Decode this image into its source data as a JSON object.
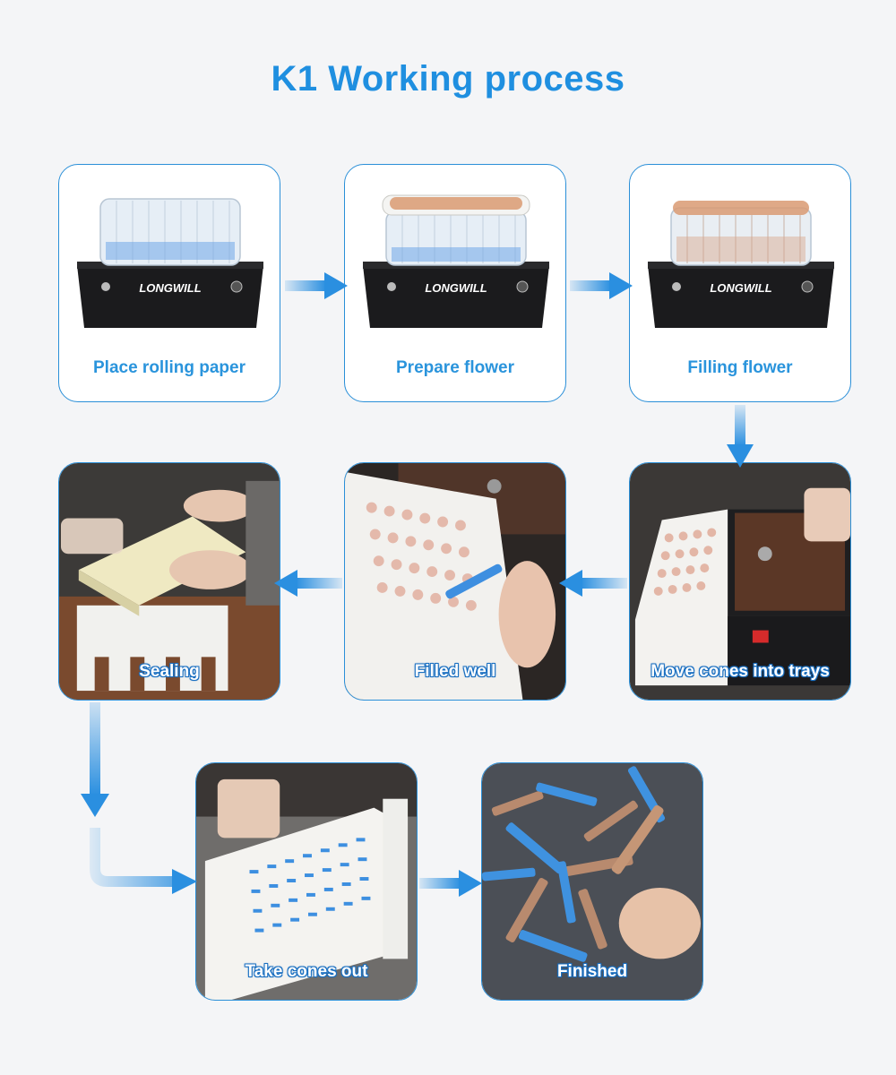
{
  "title": "K1 Working process",
  "brand": "LONGWILL",
  "steps": [
    {
      "label": "Place rolling paper",
      "tray_top": "clear"
    },
    {
      "label": "Prepare flower",
      "tray_top": "white-with-flower"
    },
    {
      "label": "Filling flower",
      "tray_top": "flower"
    },
    {
      "label": "Move cones into trays"
    },
    {
      "label": "Filled well"
    },
    {
      "label": "Sealing"
    },
    {
      "label": "Take cones out"
    },
    {
      "label": "Finished"
    }
  ],
  "colors": {
    "accent": "#1f8fe0",
    "border": "#2a8fd8",
    "background": "#f4f5f7"
  }
}
